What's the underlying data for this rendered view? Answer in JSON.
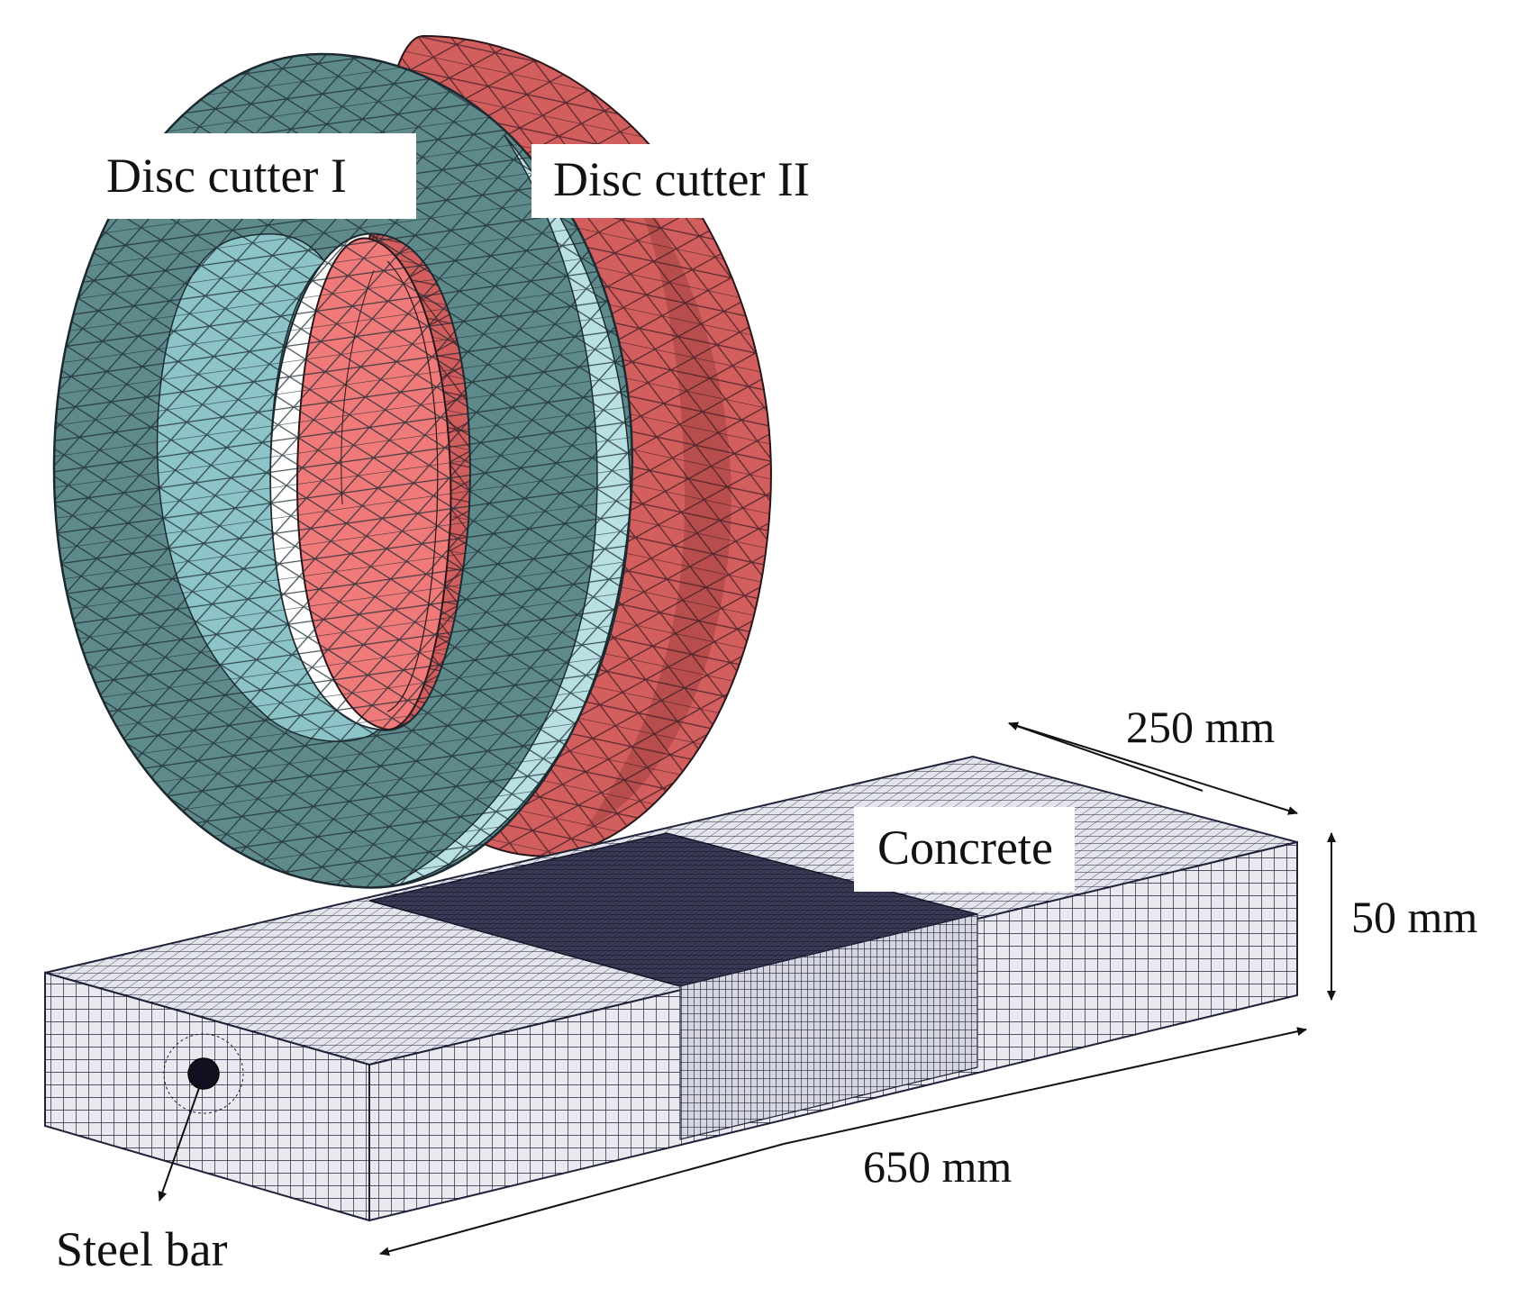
{
  "labels": {
    "disc_cutter_1": "Disc cutter I",
    "disc_cutter_2": "Disc cutter II",
    "concrete": "Concrete",
    "steel_bar": "Steel bar"
  },
  "dimensions": {
    "width": "250 mm",
    "height": "50 mm",
    "length": "650 mm"
  },
  "colors": {
    "cutter_1_face": "#5e8a8c",
    "cutter_1_inner": "#8cc4c8",
    "cutter_1_light": "#b9e0e3",
    "cutter_2_face": "#d35e5e",
    "cutter_2_inner": "#f07a7a",
    "cutter_2_dark": "#b24a4a",
    "concrete_face": "#e8e8ee",
    "mesh_line": "#1e2038",
    "dense_mesh": "#2a2c48"
  }
}
